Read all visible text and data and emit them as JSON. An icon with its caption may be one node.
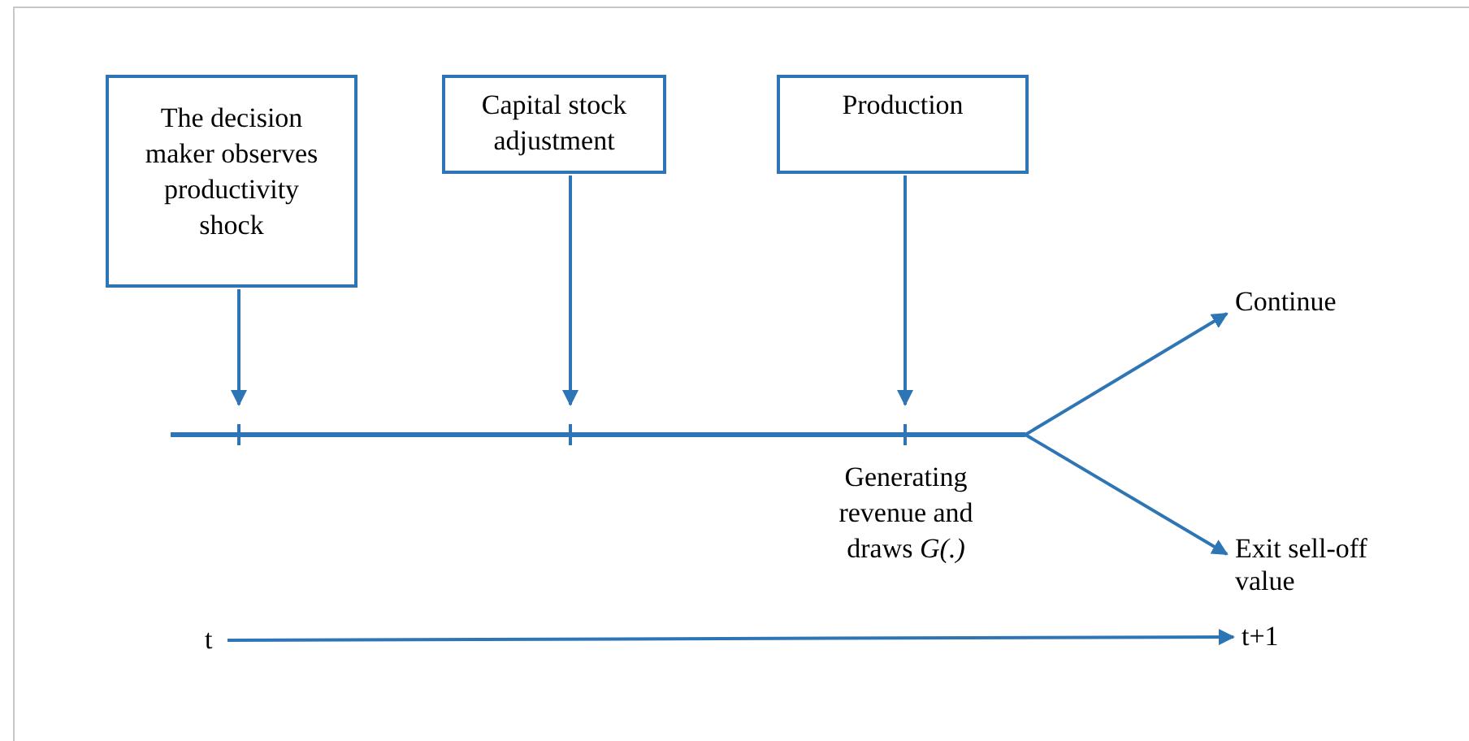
{
  "diagram": {
    "nodes": [
      {
        "text": [
          "The decision maker observes productivity shock"
        ]
      },
      {
        "text": [
          "Capital stock adjustment"
        ]
      },
      {
        "text": [
          "Production"
        ]
      },
      {
        "text": [],
        "shape": "line"
      },
      {
        "text": [
          "Continue"
        ]
      },
      {
        "text": [
          "Exit sell-off value"
        ]
      },
      {
        "text": [
          "t"
        ]
      },
      {
        "text": [
          "t+1"
        ]
      }
    ],
    "edges": [
      {
        "from": 0,
        "to": 3,
        "arrow": "to"
      },
      {
        "from": 1,
        "to": 3,
        "arrow": "to"
      },
      {
        "from": 2,
        "to": 3,
        "arrow": "to"
      },
      {
        "from": 3,
        "to": 4,
        "arrow": "to"
      },
      {
        "from": 3,
        "to": 5,
        "arrow": "to"
      },
      {
        "from": 6,
        "to": 7,
        "arrow": "to"
      }
    ],
    "labels": [
      "Generating revenue and draws *G(.)*"
    ]
  }
}
